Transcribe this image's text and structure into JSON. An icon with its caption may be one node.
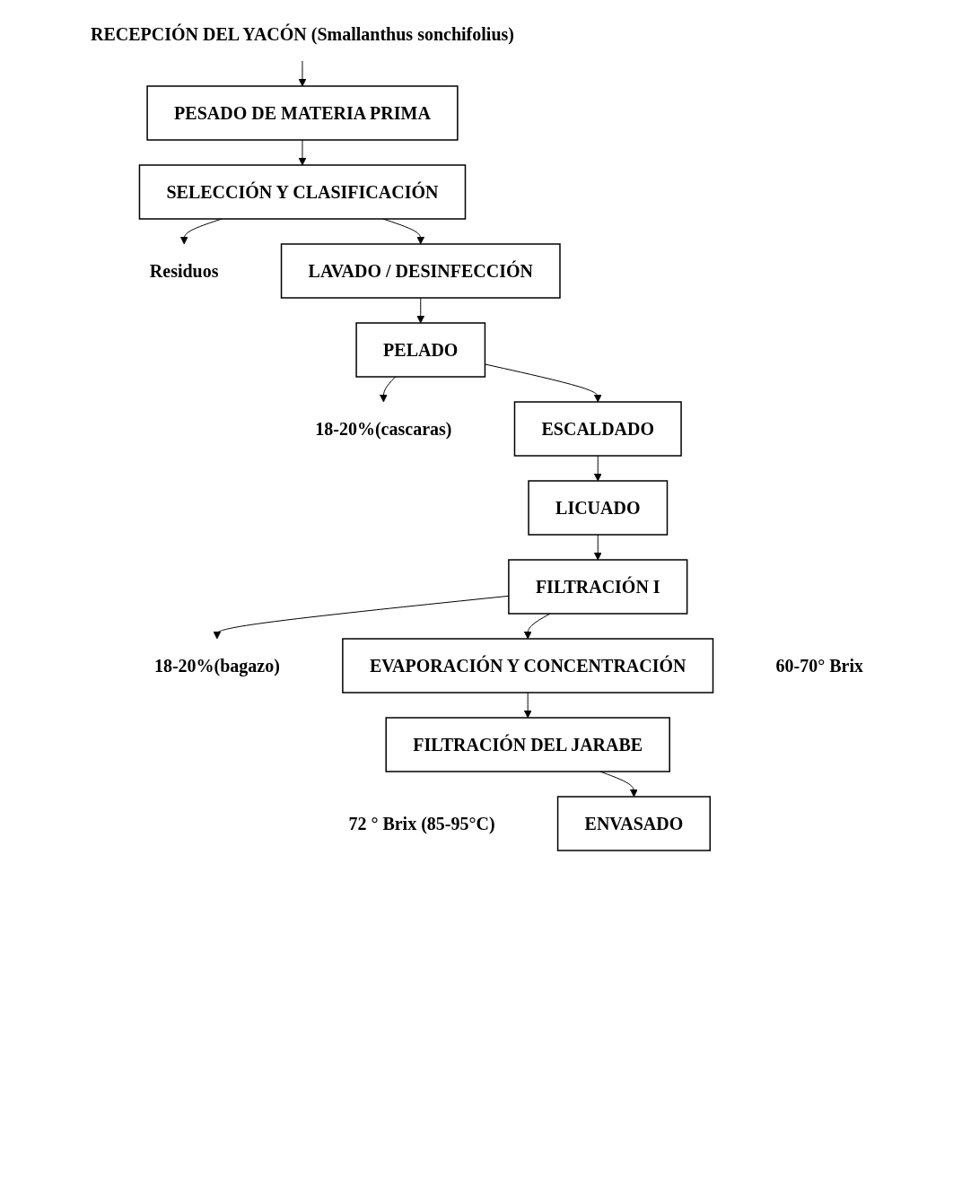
{
  "diagram": {
    "nodes": [
      {
        "text": [
          "RECEPCIÓN DEL YACÓN (Smallanthus sonchifolius)"
        ]
      },
      {
        "text": [
          "PESADO DE MATERIA PRIMA"
        ]
      },
      {
        "text": [
          "SELECCIÓN Y CLASIFICACIÓN"
        ]
      },
      {
        "text": [
          "Residuos"
        ]
      },
      {
        "text": [
          "LAVADO / DESINFECCIÓN"
        ]
      },
      {
        "text": [
          "PELADO"
        ]
      },
      {
        "text": [
          "18-20%(cascaras)"
        ]
      },
      {
        "text": [
          "ESCALDADO"
        ]
      },
      {
        "text": [
          "LICUADO"
        ]
      },
      {
        "text": [
          "FILTRACIÓN I"
        ]
      },
      {
        "text": [
          "18-20%(bagazo)"
        ]
      },
      {
        "text": [
          "EVAPORACIÓN Y CONCENTRACIÓN"
        ],
        "beside": [
          "60-70° Brix"
        ]
      },
      {
        "text": [
          "FILTRACIÓN DEL JARABE"
        ]
      },
      {
        "text": [
          "ENVASADO"
        ],
        "beside": [
          "72 ° Brix (85-95°C)"
        ]
      }
    ],
    "edges": [
      {
        "from": 0,
        "to": 1,
        "arrow": "to"
      },
      {
        "from": 1,
        "to": 2,
        "arrow": "to"
      },
      {
        "from": 2,
        "to": 3,
        "arrow": "to"
      },
      {
        "from": 2,
        "to": 4,
        "arrow": "to"
      },
      {
        "from": 4,
        "to": 5,
        "arrow": "to"
      },
      {
        "from": 5,
        "to": 6,
        "arrow": "to"
      },
      {
        "from": 5,
        "to": 7,
        "arrow": "to"
      },
      {
        "from": 7,
        "to": 8,
        "arrow": "to"
      },
      {
        "from": 8,
        "to": 9,
        "arrow": "to"
      },
      {
        "from": 9,
        "to": 10,
        "arrow": "to"
      },
      {
        "from": 9,
        "to": 11,
        "arrow": "to"
      },
      {
        "from": 11,
        "to": 12,
        "arrow": "to"
      },
      {
        "from": 12,
        "to": 13,
        "arrow": "to"
      }
    ]
  }
}
